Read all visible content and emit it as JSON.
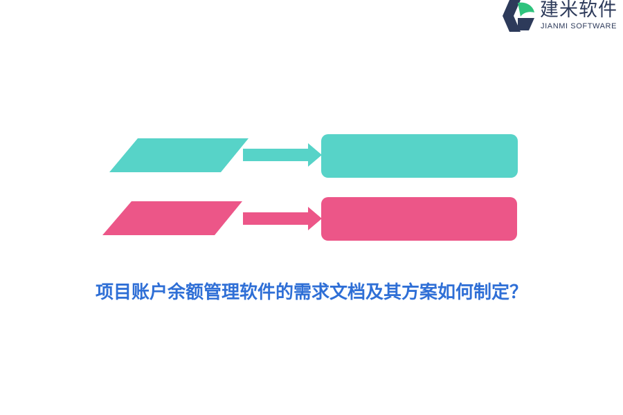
{
  "logo": {
    "chinese_name": "建米软件",
    "english_name": "JIANMI SOFTWARE"
  },
  "colors": {
    "teal": "#57d3c8",
    "pink": "#ec5688",
    "title": "#2f6fd6",
    "logo_dark": "#2d3a5a",
    "logo_green": "#2fc37d"
  },
  "title": "项目账户余额管理软件的需求文档及其方案如何制定？"
}
